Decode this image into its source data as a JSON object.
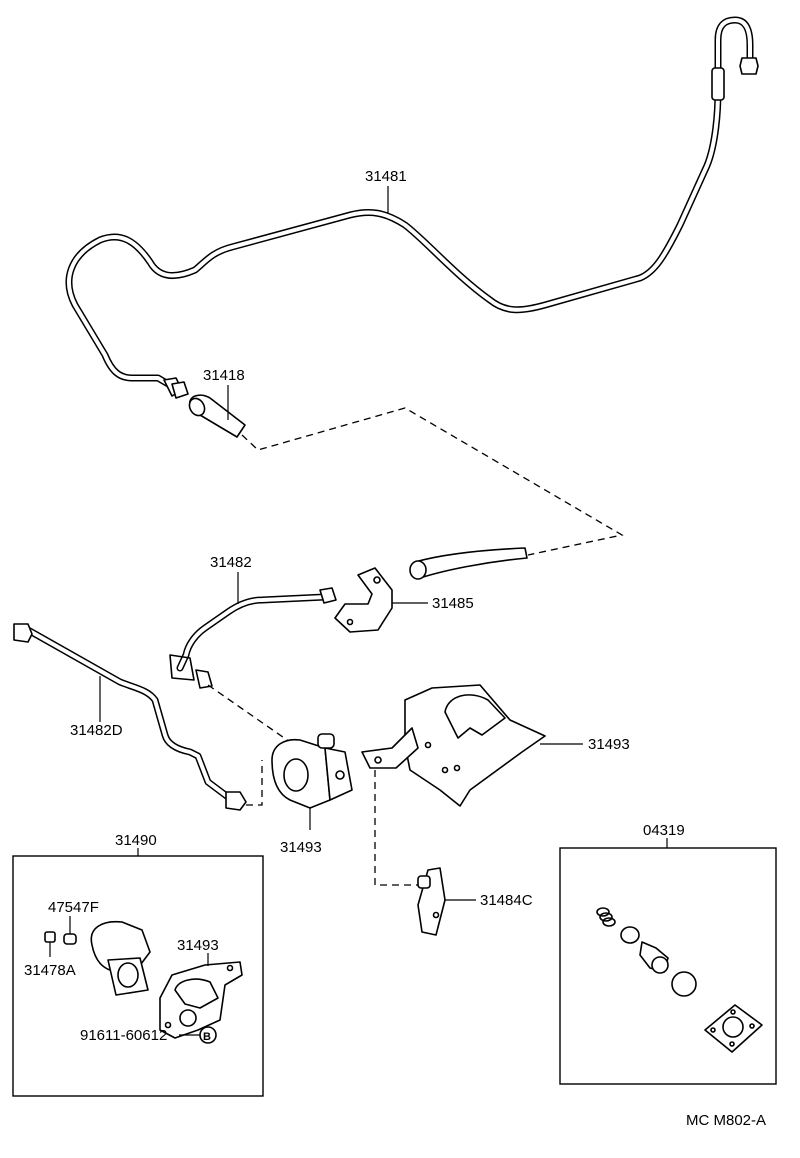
{
  "labels": {
    "p31481": "31481",
    "p31418": "31418",
    "p31482": "31482",
    "p31485": "31485",
    "p31482D": "31482D",
    "p31493_right": "31493",
    "p31493_center": "31493",
    "p31490": "31490",
    "p04319": "04319",
    "p31484C": "31484C",
    "p47547F": "47547F",
    "p31478A": "31478A",
    "p31493_inset": "31493",
    "p91611": "91611-60612",
    "circle_B": "B",
    "diagram_code": "MC  M802-A"
  }
}
